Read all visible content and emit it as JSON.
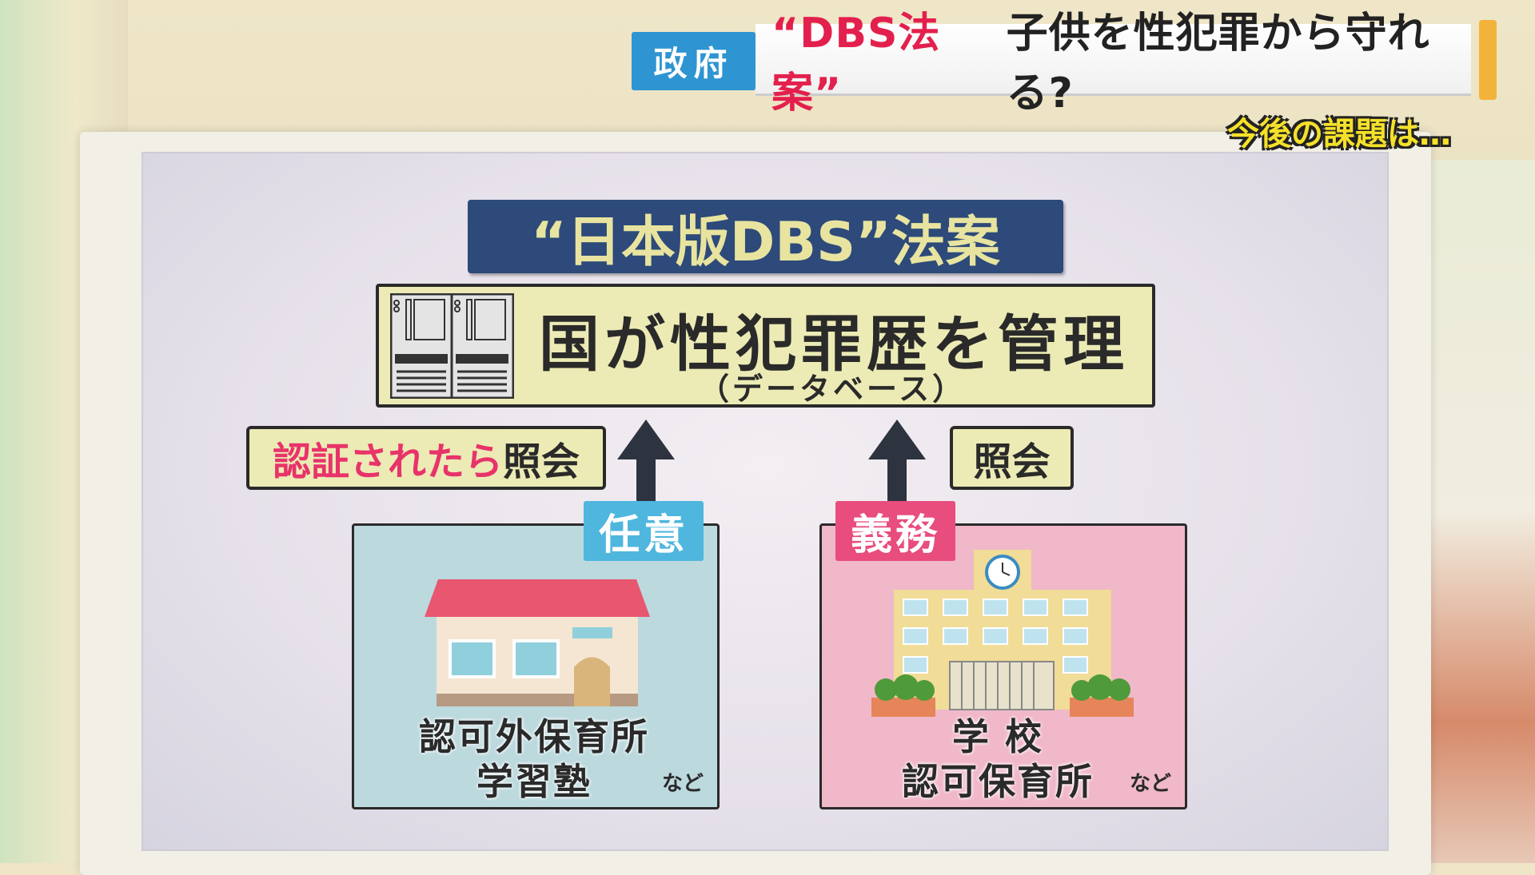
{
  "header": {
    "tag": "政府",
    "headline_red": "“DBS法案”",
    "headline_rest": "子供を性犯罪から守れる?",
    "subtitle": "今後の課題は…"
  },
  "board": {
    "title": "“日本版DBS”法案",
    "database": {
      "main": "国が性犯罪歴を管理",
      "sub": "（データベース）",
      "icon": "server-cabinet-icon"
    },
    "left": {
      "label_red": "認証されたら",
      "label_black": "照会",
      "tag": "任意",
      "tag_color": "#4fb6de",
      "line1": "認可外保育所",
      "line2": "学習塾",
      "etc": "など",
      "icon": "house-icon"
    },
    "right": {
      "label_black": "照会",
      "tag": "義務",
      "tag_color": "#e84d7e",
      "line1": "学 校",
      "line2": "認可保育所",
      "etc": "など",
      "icon": "school-icon"
    }
  }
}
